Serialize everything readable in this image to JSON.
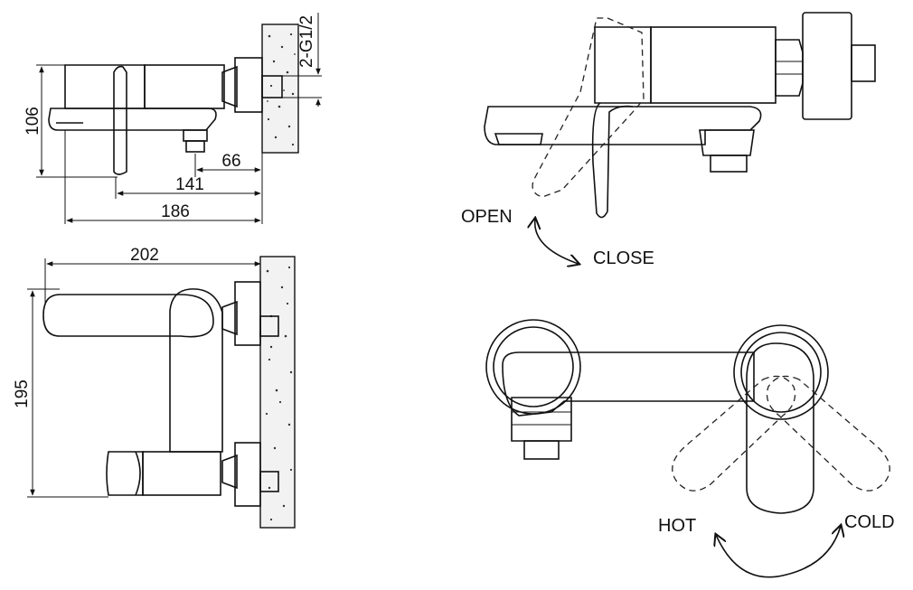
{
  "dimensions": {
    "height_side": "106",
    "thread": "2-G1/2",
    "depth_66": "66",
    "depth_141": "141",
    "depth_186": "186",
    "width_top": "202",
    "height_top": "195"
  },
  "labels": {
    "open": "OPEN",
    "close": "CLOSE",
    "hot": "HOT",
    "cold": "COLD"
  }
}
